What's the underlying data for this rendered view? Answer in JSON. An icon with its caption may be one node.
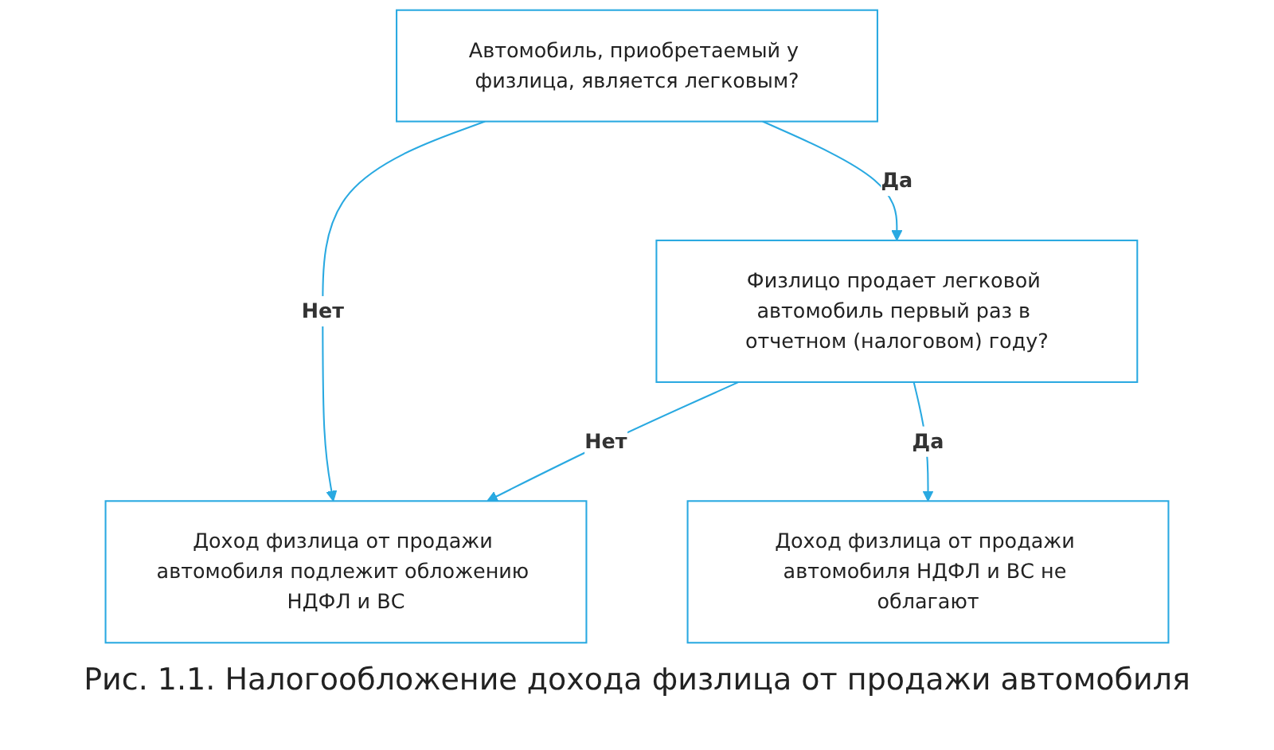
{
  "diagram": {
    "caption": "Рис. 1.1. Налогообложение дохода физлица от продажи автомобиля",
    "nodes": [
      {
        "text": [
          "Автомобиль, приобретаемый у физлица, является легковым?"
        ]
      },
      {
        "text": [
          "Физлицо продает легковой автомобиль первый раз в отчетном (налоговом) году?"
        ]
      },
      {
        "text": [
          "Доход физлица от продажи автомобиля подлежит обложению НДФЛ и ВС"
        ]
      },
      {
        "text": [
          "Доход физлица от продажи автомобиля НДФЛ и ВС не облагают"
        ]
      }
    ],
    "edges": [
      {
        "from": 0,
        "to": 1,
        "arrow": "to",
        "label": "Да"
      },
      {
        "from": 0,
        "to": 2,
        "arrow": "to",
        "label": "Нет"
      },
      {
        "from": 1,
        "to": 2,
        "arrow": "to",
        "label": "Нет"
      },
      {
        "from": 1,
        "to": 3,
        "arrow": "to",
        "label": "Да"
      }
    ]
  }
}
